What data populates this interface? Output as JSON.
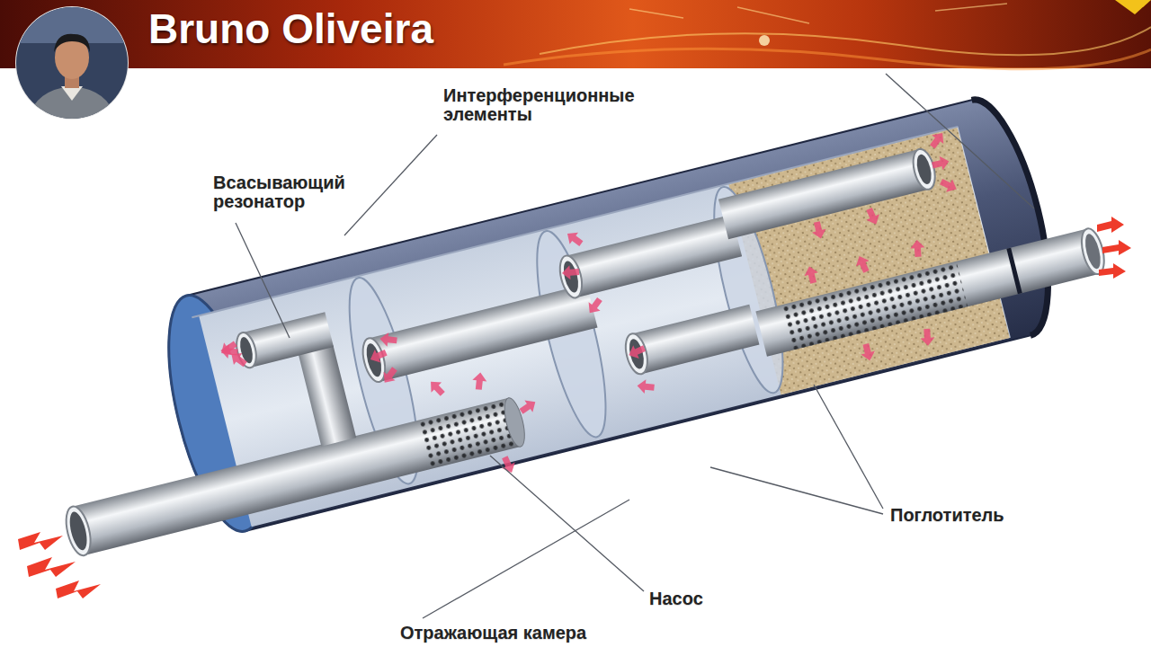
{
  "diagram": {
    "labels": [
      "Bruno Oliveira",
      "Интерференционные элементы",
      "Всасывающий резонатор",
      "Поглотитель",
      "Насос",
      "Отражающая камера"
    ]
  }
}
